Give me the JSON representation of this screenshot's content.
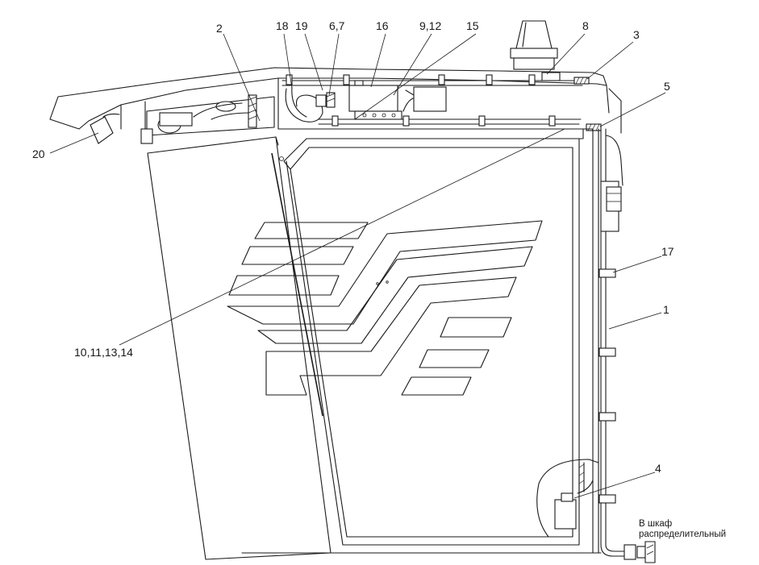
{
  "callouts": [
    {
      "id": "c2",
      "text": "2"
    },
    {
      "id": "c18",
      "text": "18"
    },
    {
      "id": "c19",
      "text": "19"
    },
    {
      "id": "c67",
      "text": "6,7"
    },
    {
      "id": "c16",
      "text": "16"
    },
    {
      "id": "c912",
      "text": "9,12"
    },
    {
      "id": "c15",
      "text": "15"
    },
    {
      "id": "c8",
      "text": "8"
    },
    {
      "id": "c3",
      "text": "3"
    },
    {
      "id": "c5",
      "text": "5"
    },
    {
      "id": "c17",
      "text": "17"
    },
    {
      "id": "c1",
      "text": "1"
    },
    {
      "id": "c4",
      "text": "4"
    },
    {
      "id": "c20",
      "text": "20"
    },
    {
      "id": "c10",
      "text": "10,11,13,14"
    }
  ],
  "note": {
    "line1": "В шкаф",
    "line2": "распределительный"
  }
}
